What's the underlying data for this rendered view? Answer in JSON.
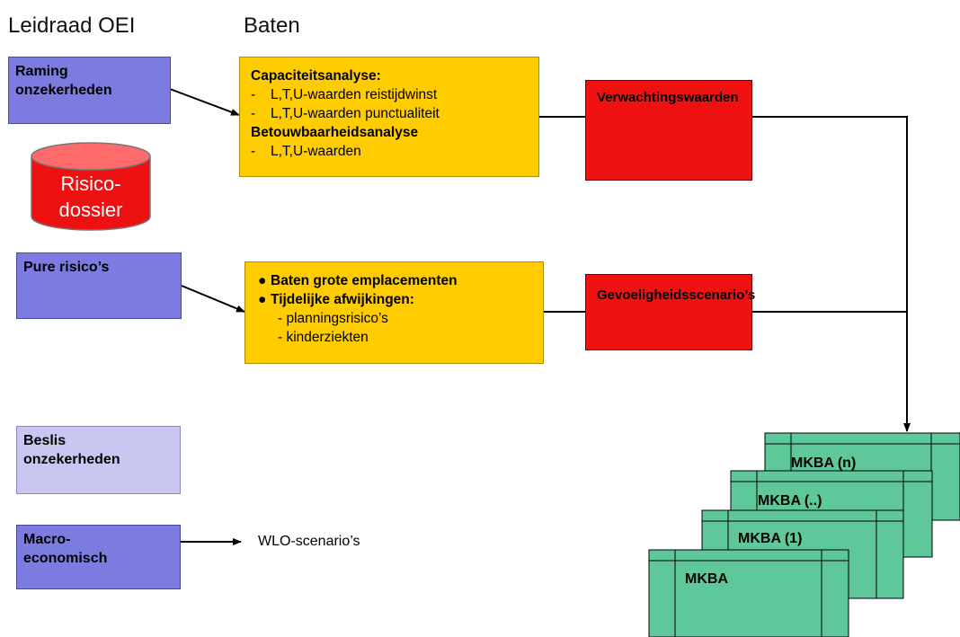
{
  "headings": {
    "left": "Leidraad OEI",
    "right": "Baten"
  },
  "left_boxes": {
    "raming": [
      "Raming",
      "onzekerheden"
    ],
    "pure": [
      "Pure risico’s"
    ],
    "beslis": [
      "Beslis",
      "onzekerheden"
    ],
    "macro": [
      "Macro-",
      "economisch"
    ]
  },
  "risicodossier": [
    "Risico-",
    "dossier"
  ],
  "capaciteit_box": {
    "title1": "Capaciteitsanalyse:",
    "item1": "L,T,U-waarden reistijdwinst",
    "item2": "L,T,U-waarden punctualiteit",
    "title2": "Betouwbaarheidsanalyse",
    "item3": "L,T,U-waarden",
    "dash": "-"
  },
  "baten_box": {
    "bullet": "●",
    "bullet1": "Baten grote emplacementen",
    "bullet2": "Tijdelijke afwijkingen:",
    "sub1": "- planningsrisico’s",
    "sub2": "- kinderziekten"
  },
  "red_boxes": {
    "verwachting": "Verwachtingswaarden",
    "gevoeligheid": "Gevoeligheidsscenario’s"
  },
  "wlo": "WLO-scenario’s",
  "mkba_sheets": [
    "MKBA (n)",
    "MKBA (..)",
    "MKBA (1)",
    "MKBA"
  ],
  "colors": {
    "purple": "#7b7be0",
    "light_purple": "#c9c7f2",
    "yellow": "#ffcc00",
    "red": "#ef1111",
    "green": "#5fc89a"
  }
}
